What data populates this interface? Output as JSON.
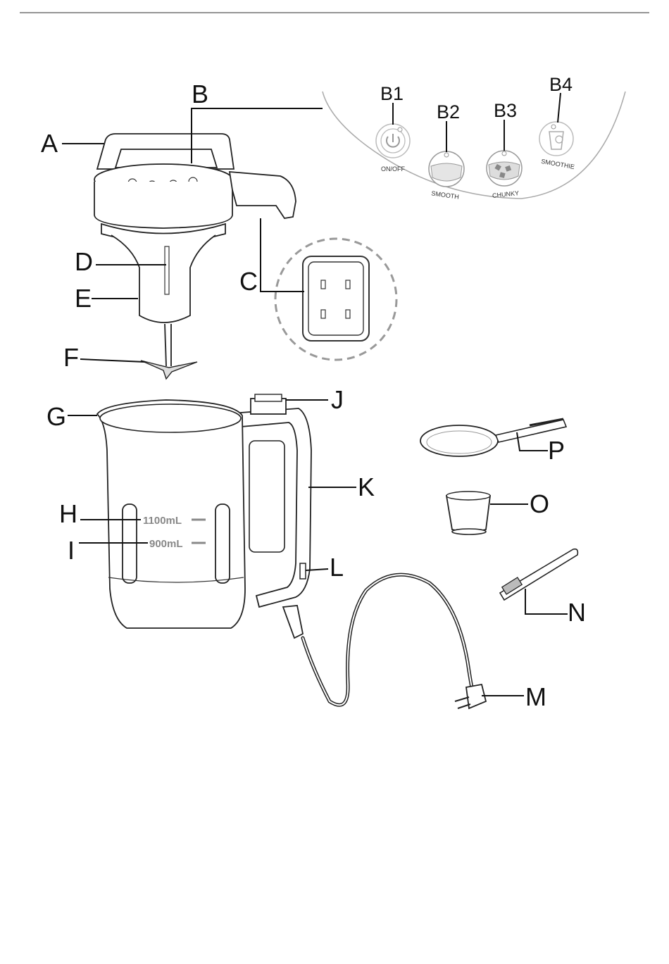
{
  "labels": {
    "A": "A",
    "B": "B",
    "C": "C",
    "D": "D",
    "E": "E",
    "F": "F",
    "G": "G",
    "H": "H",
    "I": "I",
    "J": "J",
    "K": "K",
    "L": "L",
    "M": "M",
    "N": "N",
    "O": "O",
    "P": "P"
  },
  "panel": {
    "B1": "B1",
    "B2": "B2",
    "B3": "B3",
    "B4": "B4",
    "on_off": "ON/OFF",
    "smooth": "SMOOTH",
    "chunky": "CHUNKY",
    "smoothie": "SMOOTHIE"
  },
  "markings": {
    "max": "1100mL",
    "min": "900mL"
  }
}
